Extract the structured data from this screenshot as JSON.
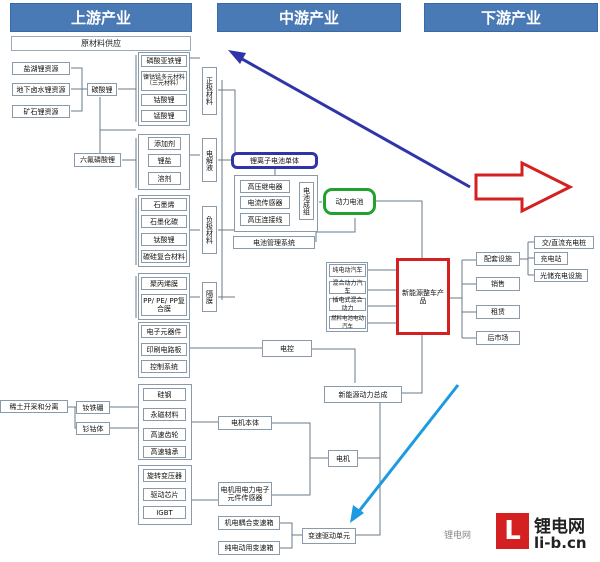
{
  "headers": {
    "upstream": "上游产业",
    "midstream": "中游产业",
    "downstream": "下游产业"
  },
  "raw_supply": "原材料供应",
  "left_inputs": [
    "盐湖锂资源",
    "地下卤水锂资源",
    "矿石锂资源"
  ],
  "lithium_carbonate": "碳酸锂",
  "lithium_hexafluorophosphate": "六氟磷酸锂",
  "cathode_items": [
    "磷酸亚铁锂",
    "镍钴锰多元材料（三元材料）",
    "钴酸锂",
    "锰酸锂"
  ],
  "cathode_label": "正极材料",
  "electrolyte_items": [
    "添加剂",
    "锂盐",
    "溶剂"
  ],
  "electrolyte_label": "电解液",
  "anode_items": [
    "石墨烯",
    "石墨化碳",
    "钛酸锂",
    "碳硅复合材料"
  ],
  "anode_label": "负极材料",
  "separator_items": [
    "聚丙烯膜",
    "PP/ PE/ PP复合膜"
  ],
  "separator_label": "隔膜",
  "battery_cell": "锂离子电池单体",
  "battery_parts": [
    "高压继电器",
    "电流传感器",
    "高压连接线"
  ],
  "battery_system_label": "电池成组",
  "power_battery": "动力电池",
  "bms": "电池管理系统",
  "electronics_items": [
    "电子元器件",
    "印刷电路板",
    "控制系统"
  ],
  "motor_control": "电控",
  "rare_earth": "稀土开采和分离",
  "rare_earth_out": [
    "钕铁硼",
    "钐钴体"
  ],
  "motor_mat_items": [
    "硅钢",
    "永磁材料",
    "高速齿轮",
    "高速轴承"
  ],
  "motor_body": "电机本体",
  "motor": "电机",
  "drive_items": [
    "旋转变压器",
    "驱动芯片",
    "IGBT"
  ],
  "motor_controller": "电机用电力电子元件传感器",
  "powertrain": "新能源动力总成",
  "gearbox_items": [
    "机电耦合变速箱",
    "纯电动用变速箱"
  ],
  "drive_unit": "变速驱动单元",
  "vehicle_types": [
    "纯电动汽车",
    "混合动力汽车",
    "插电式混合动力",
    "燃料电池电动汽车"
  ],
  "nev": "新能源整车产品",
  "downstream_items": [
    "配套设施",
    "销售",
    "租赁",
    "后市场"
  ],
  "facilities": [
    "交/直流充电桩",
    "充电站",
    "光储充电设施"
  ],
  "logo": {
    "char": "L",
    "name": "锂电网",
    "site": "li-b.cn",
    "watermark": "锂电网"
  },
  "colors": {
    "header": "#4a7ab6",
    "blue": "#2f35a8",
    "green": "#22a030",
    "red": "#d42020",
    "cyan": "#1e9be0"
  }
}
